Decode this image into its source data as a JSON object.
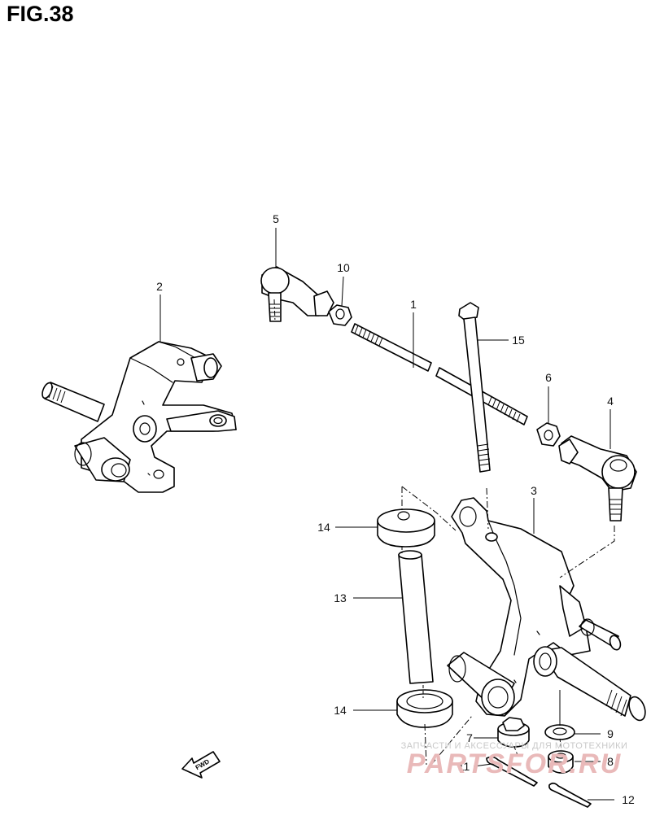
{
  "figure": {
    "title": "FIG.38"
  },
  "callouts": [
    "1",
    "2",
    "3",
    "4",
    "5",
    "6",
    "7",
    "8",
    "9",
    "10",
    "11",
    "12",
    "13",
    "14",
    "14",
    "15"
  ],
  "direction": {
    "label": "FWD"
  },
  "watermark": {
    "caption": "ЗАПЧАСТИ И АКСЕССУАРЫ ДЛЯ МОТОТЕХНИКИ",
    "brand": "PARTSFOR.RU"
  }
}
